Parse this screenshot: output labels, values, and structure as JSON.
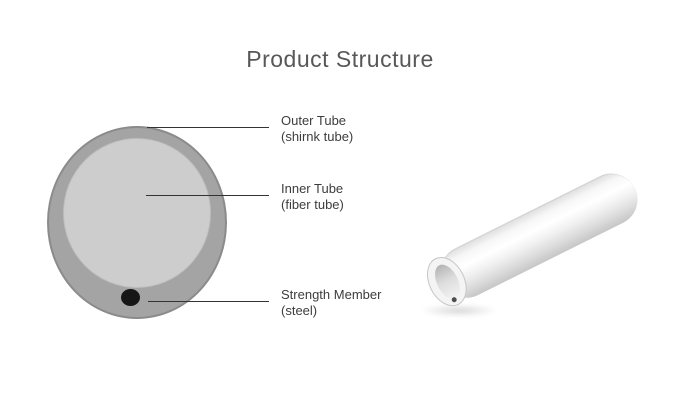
{
  "title": "Product Structure",
  "labels": [
    {
      "name": "Outer Tube",
      "detail": "(shirnk tube)"
    },
    {
      "name": "Inner Tube",
      "detail": "(fiber tube)"
    },
    {
      "name": "Strength Member",
      "detail": "(steel)"
    }
  ],
  "colors": {
    "title_text": "#57585a",
    "label_text": "#3d3d3d",
    "leader_line": "#333333",
    "outer_tube_fill": "#a4a4a4",
    "outer_tube_edge": "#8b8b8b",
    "inner_tube_fill": "#cdcdcd",
    "strength_member_fill": "#161616",
    "tube_highlight": "#ffffff",
    "tube_shade": "#c6c6c6",
    "background": "#ffffff"
  }
}
